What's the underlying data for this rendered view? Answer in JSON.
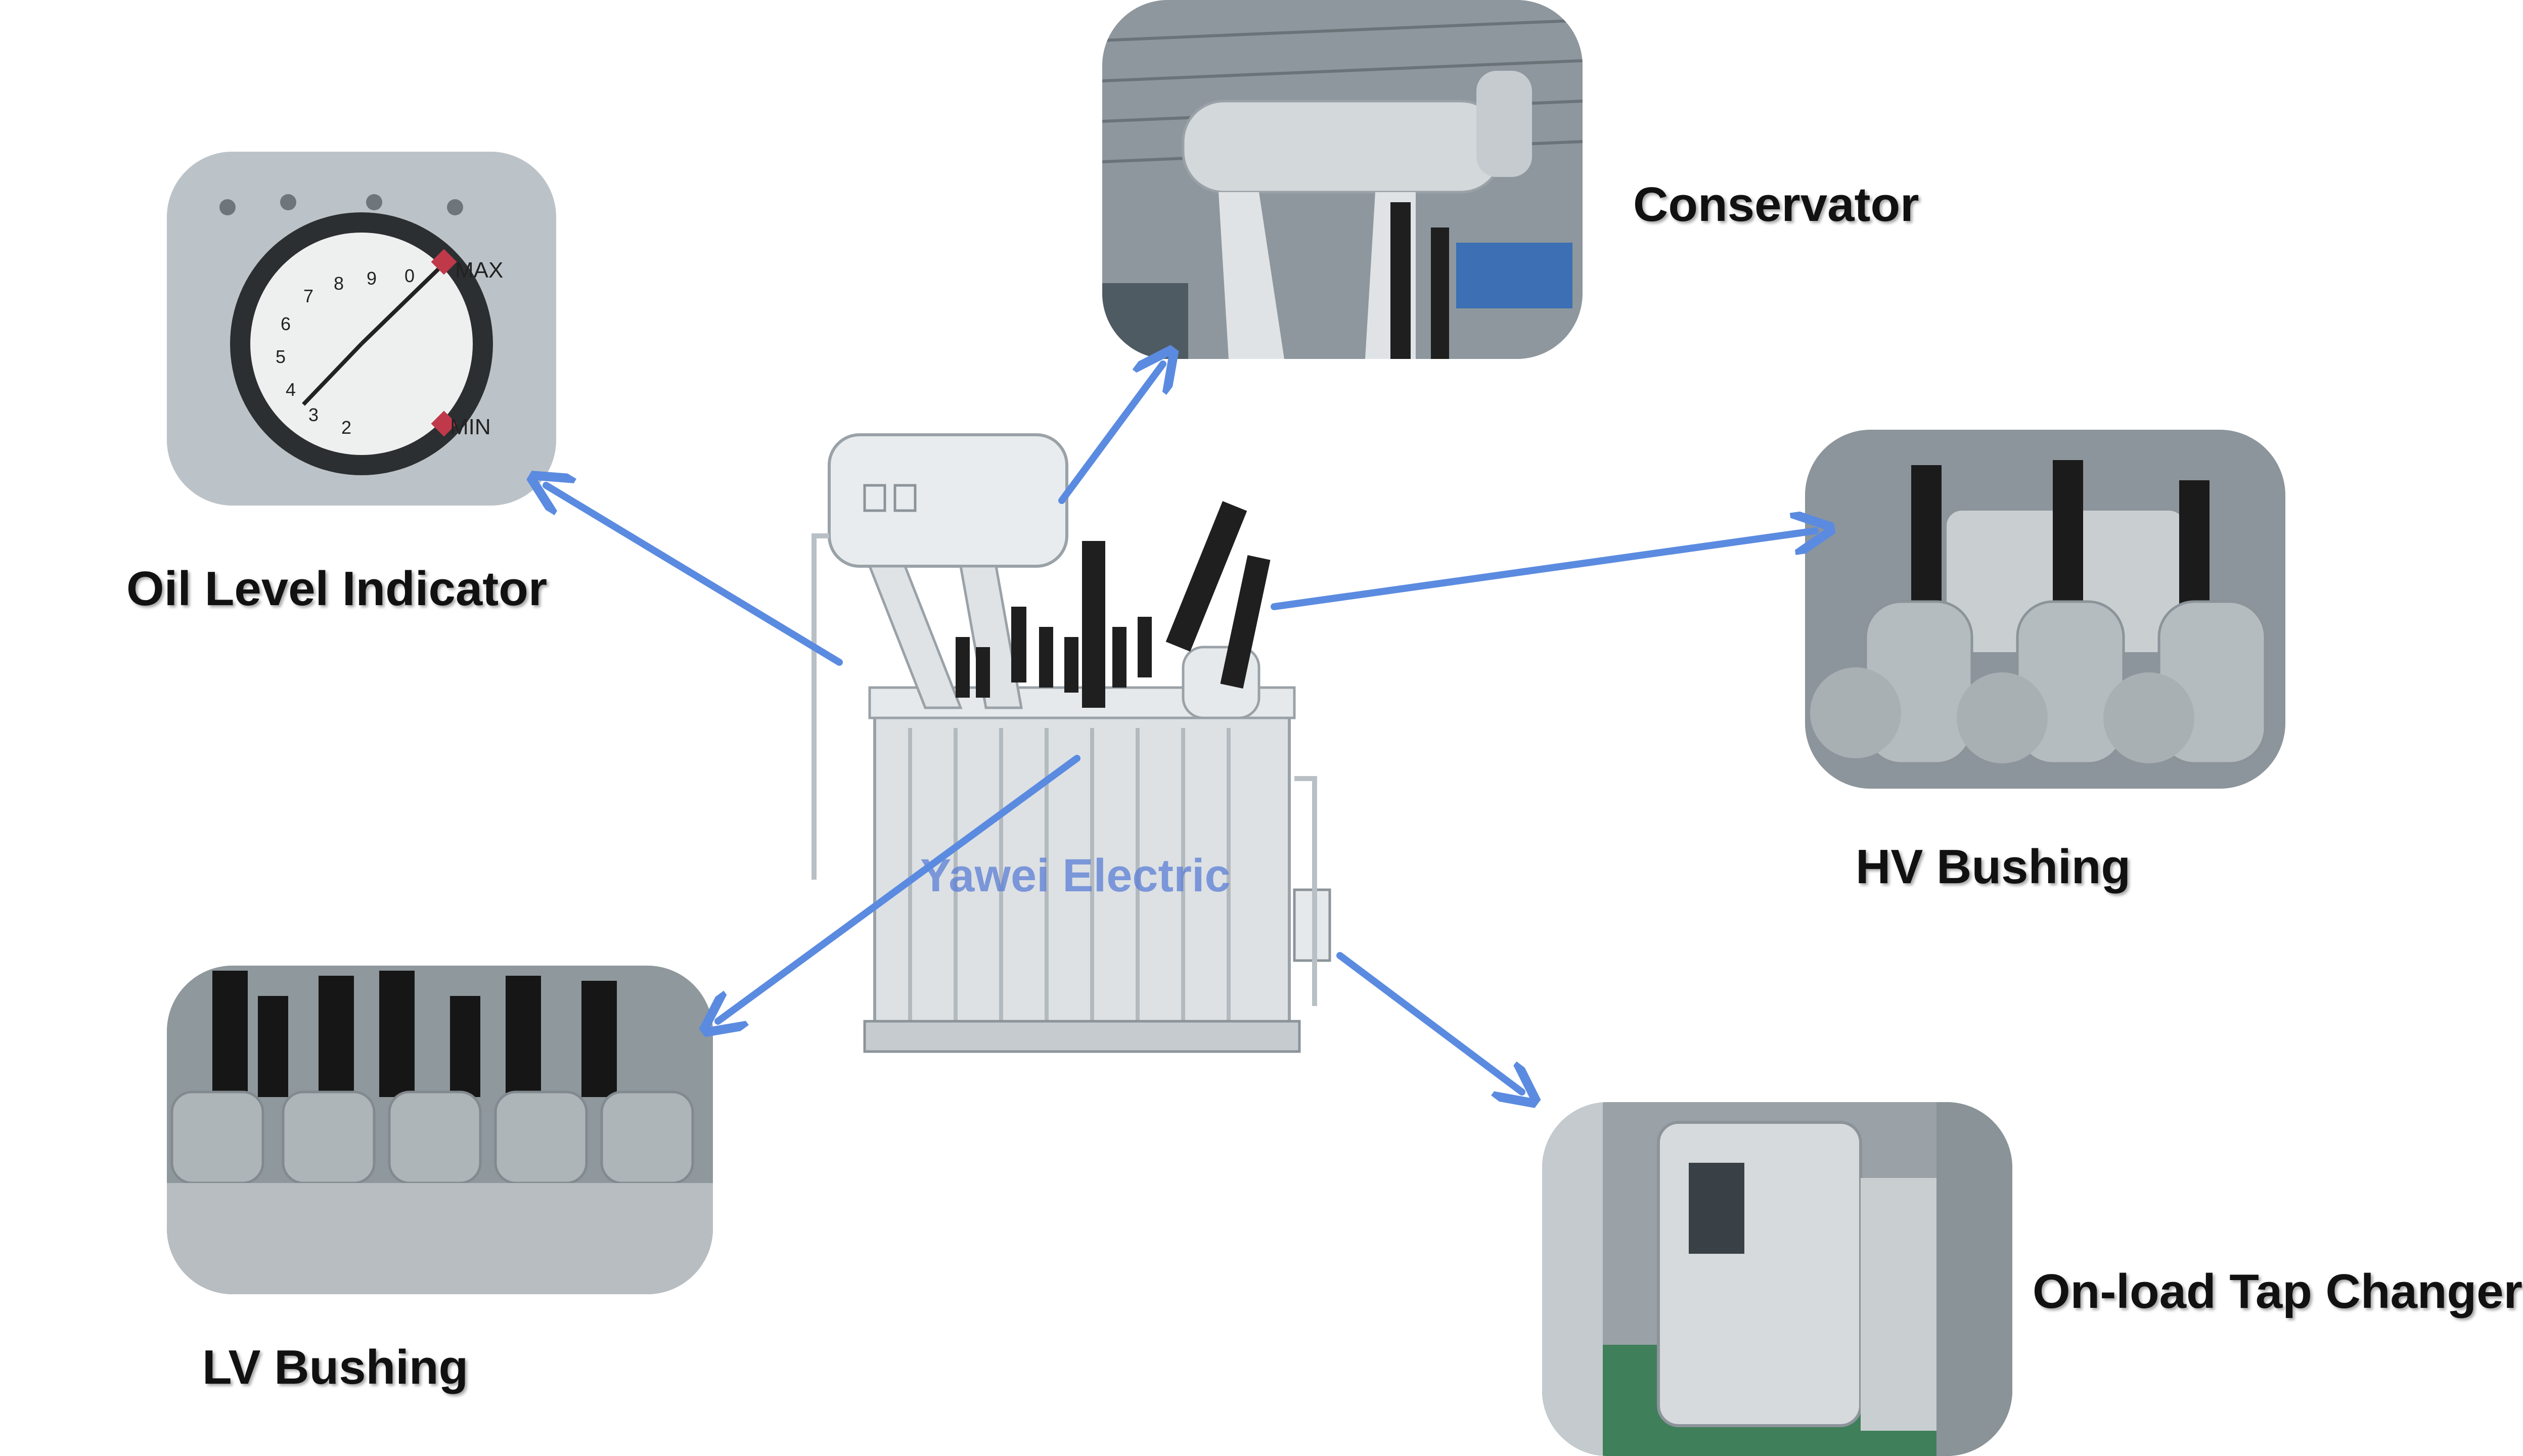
{
  "watermark": "Yawei Electric",
  "components": [
    {
      "id": "oil-level-indicator",
      "label": "Oil Level Indicator"
    },
    {
      "id": "conservator",
      "label": "Conservator"
    },
    {
      "id": "hv-bushing",
      "label": "HV Bushing"
    },
    {
      "id": "lv-bushing",
      "label": "LV Bushing"
    },
    {
      "id": "on-load-tap-changer",
      "label": "On-load Tap Changer"
    }
  ],
  "gauge": {
    "max_label": "MAX",
    "min_label": "MIN",
    "dial_numbers": [
      "2",
      "3",
      "4",
      "5",
      "6",
      "7",
      "8",
      "9",
      "0"
    ]
  },
  "colors": {
    "arrow": "#5b8be0",
    "transformer_body": "#dfe3e6",
    "bushing": "#1f1f1f",
    "factory_wall": "#8e979e",
    "floor_green": "#3f7f5a"
  }
}
